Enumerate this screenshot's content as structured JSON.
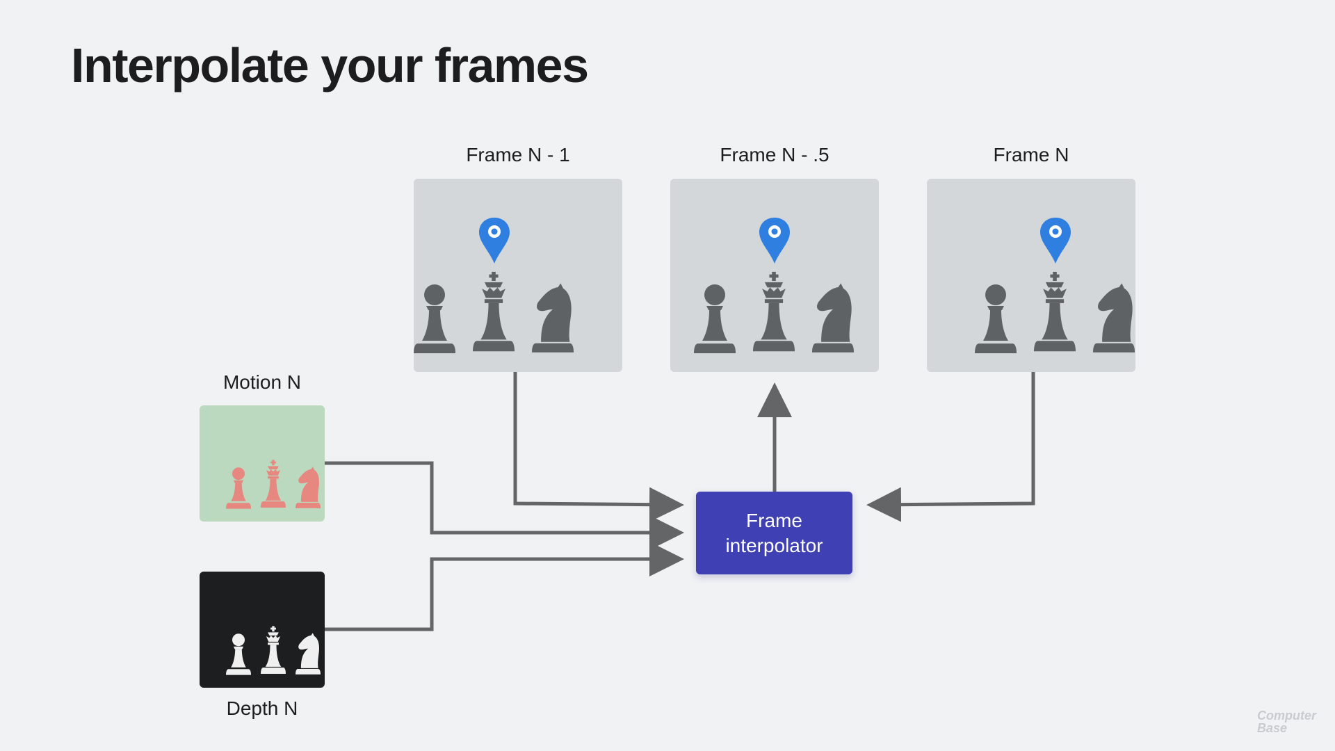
{
  "title": "Interpolate your frames",
  "frames": [
    {
      "label": "Frame N - 1"
    },
    {
      "label": "Frame N - .5"
    },
    {
      "label": "Frame N"
    }
  ],
  "motion_label": "Motion N",
  "depth_label": "Depth N",
  "interpolator_label": "Frame\ninterpolator",
  "watermark": "Computer\nBase",
  "colors": {
    "background": "#f1f2f4",
    "frame_bg": "#d4d7d9",
    "piece": "#5f6264",
    "pin": "#2f7fe0",
    "motion_bg": "#bad9be",
    "motion_piece": "#e78880",
    "depth_bg": "#1c1e1f",
    "depth_piece": "#f0f0f0",
    "interpolator": "#3f40b3",
    "arrow": "#636566"
  }
}
